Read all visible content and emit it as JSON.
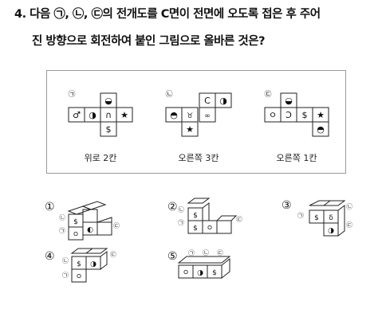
{
  "question": {
    "line1": "4. 다음 ㉠, ㉡, ㉢의 전개도를 C면이 전면에 오도록 접은 후 주어",
    "line2": "진 방향으로 회전하여 붙인 그림으로 올바른 것은?"
  },
  "nets": [
    {
      "marker": "㉠",
      "caption": "위로 2칸",
      "faces": [
        "◒",
        "♂",
        "◑",
        "∩",
        "★",
        "$"
      ]
    },
    {
      "marker": "㉡",
      "caption": "오른쪽 3칸",
      "faces": [
        "C",
        "◑",
        "◓",
        "♉",
        "∞",
        "★"
      ]
    },
    {
      "marker": "㉢",
      "caption": "오른쪽 1칸",
      "faces": [
        "◒",
        "ㅇ",
        "Ɔ",
        "$",
        "★",
        "◓"
      ]
    }
  ],
  "options": [
    {
      "number": "①",
      "markers": [
        "㉠",
        "㉡",
        "㉢"
      ]
    },
    {
      "number": "②",
      "markers": [
        "㉠",
        "㉡",
        "㉢"
      ]
    },
    {
      "number": "③",
      "markers": [
        "㉠",
        "㉡",
        "㉢"
      ]
    },
    {
      "number": "④",
      "markers": [
        "㉠",
        "㉡",
        "㉢"
      ]
    },
    {
      "number": "⑤",
      "markers": [
        "㉠",
        "㉡",
        "㉢"
      ]
    }
  ],
  "option_face_symbols": {
    "o1": [
      "$",
      "ㅇ",
      "◐"
    ],
    "o2": [
      "$",
      "$",
      "ㅇ"
    ],
    "o3": [
      "$",
      "δ",
      "◑"
    ],
    "o4": [
      "$",
      "◑",
      "ㅇ"
    ],
    "o5": [
      "ㅇ",
      "◑",
      "$"
    ]
  }
}
